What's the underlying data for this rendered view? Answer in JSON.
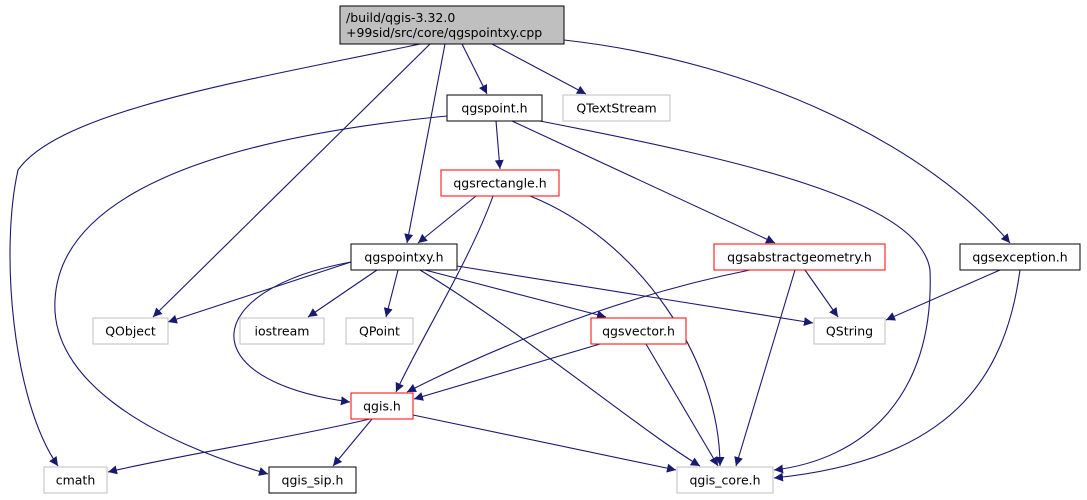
{
  "colors": {
    "edge": "#191970",
    "border_default": "#000000",
    "border_incomplete": "#ff0000",
    "border_external": "#bfbfbf",
    "root_fill": "#bfbfbf",
    "node_fill": "#ffffff"
  },
  "nodes": [
    {
      "id": "root",
      "lines": [
        "/build/qgis-3.32.0",
        "+99sid/src/core/qgspointxy.cpp"
      ],
      "kind": "root"
    },
    {
      "id": "qgspoint",
      "lines": [
        "qgspoint.h"
      ],
      "kind": "default"
    },
    {
      "id": "qtextstream",
      "lines": [
        "QTextStream"
      ],
      "kind": "external"
    },
    {
      "id": "qgsrectangle",
      "lines": [
        "qgsrectangle.h"
      ],
      "kind": "incomplete"
    },
    {
      "id": "qgspointxy",
      "lines": [
        "qgspointxy.h"
      ],
      "kind": "default"
    },
    {
      "id": "qgsabstractgeometry",
      "lines": [
        "qgsabstractgeometry.h"
      ],
      "kind": "incomplete"
    },
    {
      "id": "qgsexception",
      "lines": [
        "qgsexception.h"
      ],
      "kind": "default"
    },
    {
      "id": "qobject",
      "lines": [
        "QObject"
      ],
      "kind": "external"
    },
    {
      "id": "iostream",
      "lines": [
        "iostream"
      ],
      "kind": "external"
    },
    {
      "id": "qpoint",
      "lines": [
        "QPoint"
      ],
      "kind": "external"
    },
    {
      "id": "qgsvector",
      "lines": [
        "qgsvector.h"
      ],
      "kind": "incomplete"
    },
    {
      "id": "qstring",
      "lines": [
        "QString"
      ],
      "kind": "external"
    },
    {
      "id": "qgis",
      "lines": [
        "qgis.h"
      ],
      "kind": "incomplete"
    },
    {
      "id": "cmath",
      "lines": [
        "cmath"
      ],
      "kind": "external"
    },
    {
      "id": "qgis_sip",
      "lines": [
        "qgis_sip.h"
      ],
      "kind": "default"
    },
    {
      "id": "qgis_core",
      "lines": [
        "qgis_core.h"
      ],
      "kind": "external"
    }
  ],
  "edges": [
    {
      "from": "root",
      "to": "qgspoint"
    },
    {
      "from": "root",
      "to": "qtextstream"
    },
    {
      "from": "root",
      "to": "qgsexception"
    },
    {
      "from": "root",
      "to": "qobject"
    },
    {
      "from": "root",
      "to": "qgspointxy"
    },
    {
      "from": "root",
      "to": "cmath"
    },
    {
      "from": "qgspoint",
      "to": "qgsrectangle"
    },
    {
      "from": "qgspoint",
      "to": "qgsabstractgeometry"
    },
    {
      "from": "qgspoint",
      "to": "qgis_core"
    },
    {
      "from": "qgspoint",
      "to": "qgis_sip"
    },
    {
      "from": "qgsrectangle",
      "to": "qgspointxy"
    },
    {
      "from": "qgsrectangle",
      "to": "qgis"
    },
    {
      "from": "qgsrectangle",
      "to": "qgis_core"
    },
    {
      "from": "qgspointxy",
      "to": "qobject"
    },
    {
      "from": "qgspointxy",
      "to": "iostream"
    },
    {
      "from": "qgspointxy",
      "to": "qpoint"
    },
    {
      "from": "qgspointxy",
      "to": "qgsvector"
    },
    {
      "from": "qgspointxy",
      "to": "qstring"
    },
    {
      "from": "qgspointxy",
      "to": "qgis"
    },
    {
      "from": "qgspointxy",
      "to": "qgis_core"
    },
    {
      "from": "qgsabstractgeometry",
      "to": "qstring"
    },
    {
      "from": "qgsabstractgeometry",
      "to": "qgis"
    },
    {
      "from": "qgsabstractgeometry",
      "to": "qgis_core"
    },
    {
      "from": "qgsexception",
      "to": "qstring"
    },
    {
      "from": "qgsexception",
      "to": "qgis_core"
    },
    {
      "from": "qgsvector",
      "to": "qgis"
    },
    {
      "from": "qgsvector",
      "to": "qgis_core"
    },
    {
      "from": "qgis",
      "to": "cmath"
    },
    {
      "from": "qgis",
      "to": "qgis_sip"
    },
    {
      "from": "qgis",
      "to": "qgis_core"
    }
  ]
}
